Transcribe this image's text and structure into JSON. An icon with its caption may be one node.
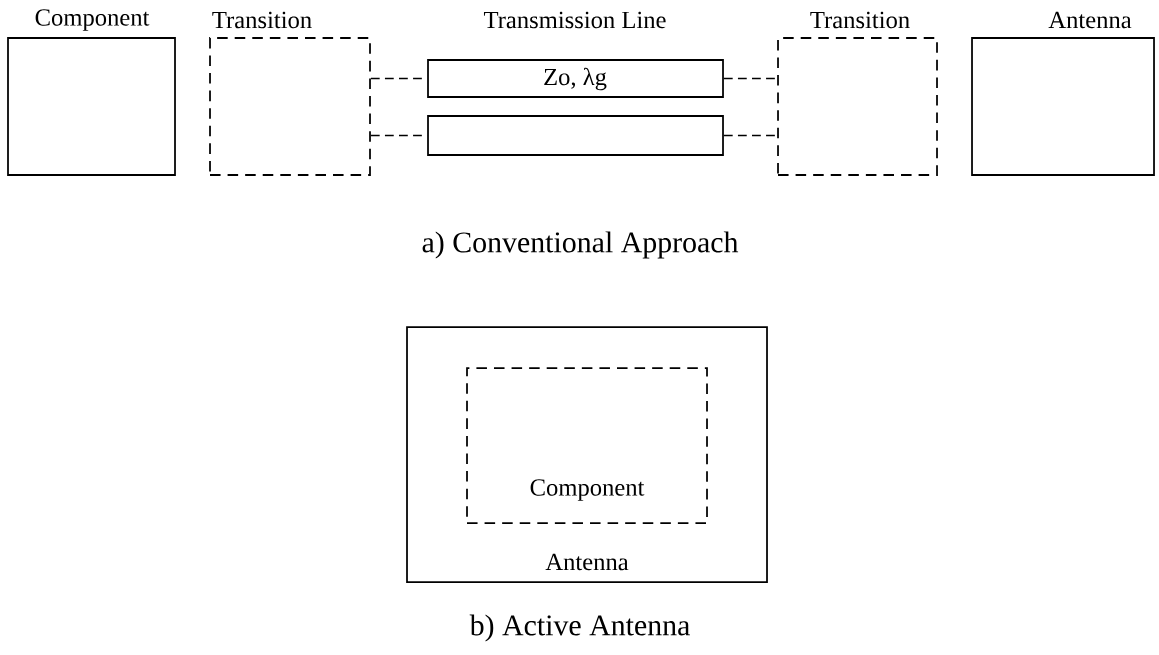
{
  "diagram": {
    "nodes": [
      {
        "text": [
          "Component"
        ]
      },
      {
        "text": [
          "Transition"
        ]
      },
      {
        "text": [
          "Transmission Line",
          "Zo, λg"
        ]
      },
      {
        "text": [],
        "shape": "box"
      },
      {
        "text": [
          "Transition"
        ]
      },
      {
        "text": [
          "Antenna"
        ]
      },
      {
        "text": [
          "Antenna"
        ]
      },
      {
        "text": [
          "Component"
        ],
        "in": 6
      }
    ],
    "edges": [
      {
        "from": 1,
        "to": 2,
        "arrow": "none",
        "style": "dashed"
      },
      {
        "from": 1,
        "to": 3,
        "arrow": "none",
        "style": "dashed"
      },
      {
        "from": 2,
        "to": 4,
        "arrow": "none",
        "style": "dashed"
      },
      {
        "from": 3,
        "to": 4,
        "arrow": "none",
        "style": "dashed"
      }
    ],
    "labels": [
      "a)  Conventional Approach",
      "b)  Active Antenna"
    ]
  }
}
